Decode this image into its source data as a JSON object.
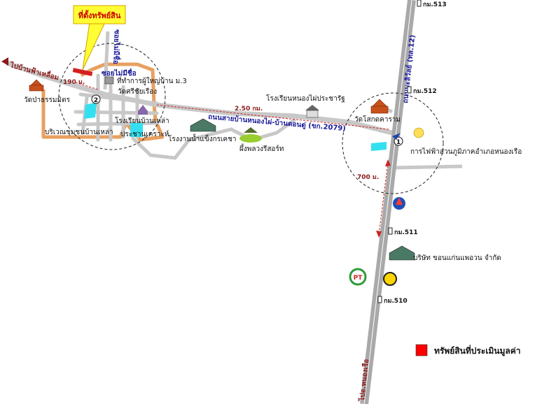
{
  "callout": {
    "label": "ที่ตั้งทรัพย์สิน"
  },
  "roads": {
    "highway_name": "ถนนมะลิวัลย์ (ทล.12)",
    "rural_road_name": "ถนนสายบ้านหนองไผ่-บ้านดอนดู่ (ขก.2079)",
    "soi_name": "ซอยไม่มีชื่อ",
    "vertical_soi_name": "ซอยไม่มีชื่อ",
    "to_ban_fa_luen": "ไปบ้านฟ้าเหลื่อม",
    "to_nong_ruea": "ไปอ.หนองเรือ"
  },
  "distances": {
    "d190": "190 ม.",
    "d250": "2.50 กม.",
    "d700": "700 ม."
  },
  "km_posts": {
    "km513": "กม.513",
    "km512": "กม.512",
    "km511": "กม.511",
    "km510": "กม.510"
  },
  "markers": {
    "m1": "1",
    "m2": "2"
  },
  "places": {
    "wat_pa_thamma": "วัดป่าธรรมมิตร",
    "village_office": "ที่ทำการผู้ใหญ่บ้าน ม.3",
    "wat_sri_chai": "วัดศรีชัยเรือง",
    "school_ban_lao": "โรงเรียนบ้านเหล่า",
    "area_ban_lao": "บริเวณชุมชนบ้านเหล่า",
    "pracha": "ประชานุเคราะห์",
    "factory_ice": "โรงงานน้ำแข็งกรเคชา",
    "resort": "ผึ้งพลวงรีสอร์ท",
    "school_nong_phai": "โรงเรียนหนองไผ่ประชารัฐ",
    "wat_sok": "วัดโสกดคาราม",
    "pea": "การไฟฟ้าส่วนภูมิภาคอำเภอหนองเรือ",
    "company": "บริษัท ขอนแก่นแพอวน จำกัด"
  },
  "legend": {
    "label": "ทรัพย์สินที่ประเมินมูลค่า",
    "color": "#ff0000"
  },
  "colors": {
    "highway": "#a9a9a9",
    "local_road": "#c8c8c8",
    "boundary": "#e8a060",
    "distance_line": "#cc2222",
    "road_label": "#1a1a9a",
    "callout_bg": "#ffff33",
    "callout_text": "#cc0000"
  }
}
